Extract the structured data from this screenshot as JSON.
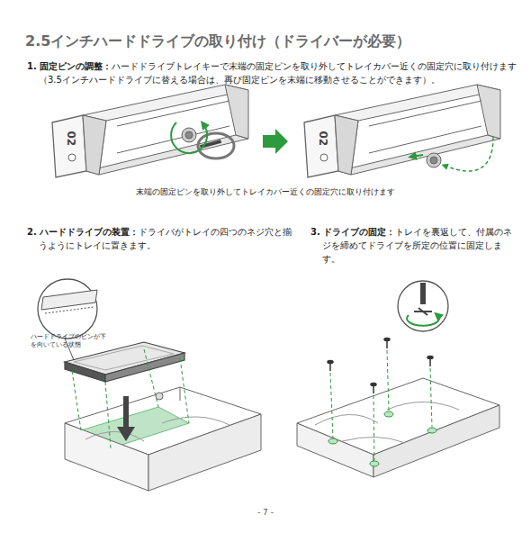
{
  "diagram": {
    "title": "2.5インチハードドライブの取り付け（ドライバーが必要）",
    "labels": [
      "1. 固定ピンの調整：",
      "ハードドライブトレイキーで末端の固定ピンを取り外してトレイカバー近くの固定穴に取り付けます（3.5インチハードドライブに替える場合は、再び固定ピンを末端に移動させることができます）。",
      "02",
      "02",
      "末端の固定ピンを取り外してトレイカバー近くの固定穴に取り付けます",
      "2. ハードドライブの装置：",
      "ドライバがトレイの四つのネジ穴と揃うようにトレイに置きます。",
      "ハードドライブのピンが下を向いている状態",
      "3. ドライブの固定：",
      "トレイを裏返して、付属のネジを締めてドライブを所定の位置に固定します。",
      "- 7 -"
    ]
  }
}
